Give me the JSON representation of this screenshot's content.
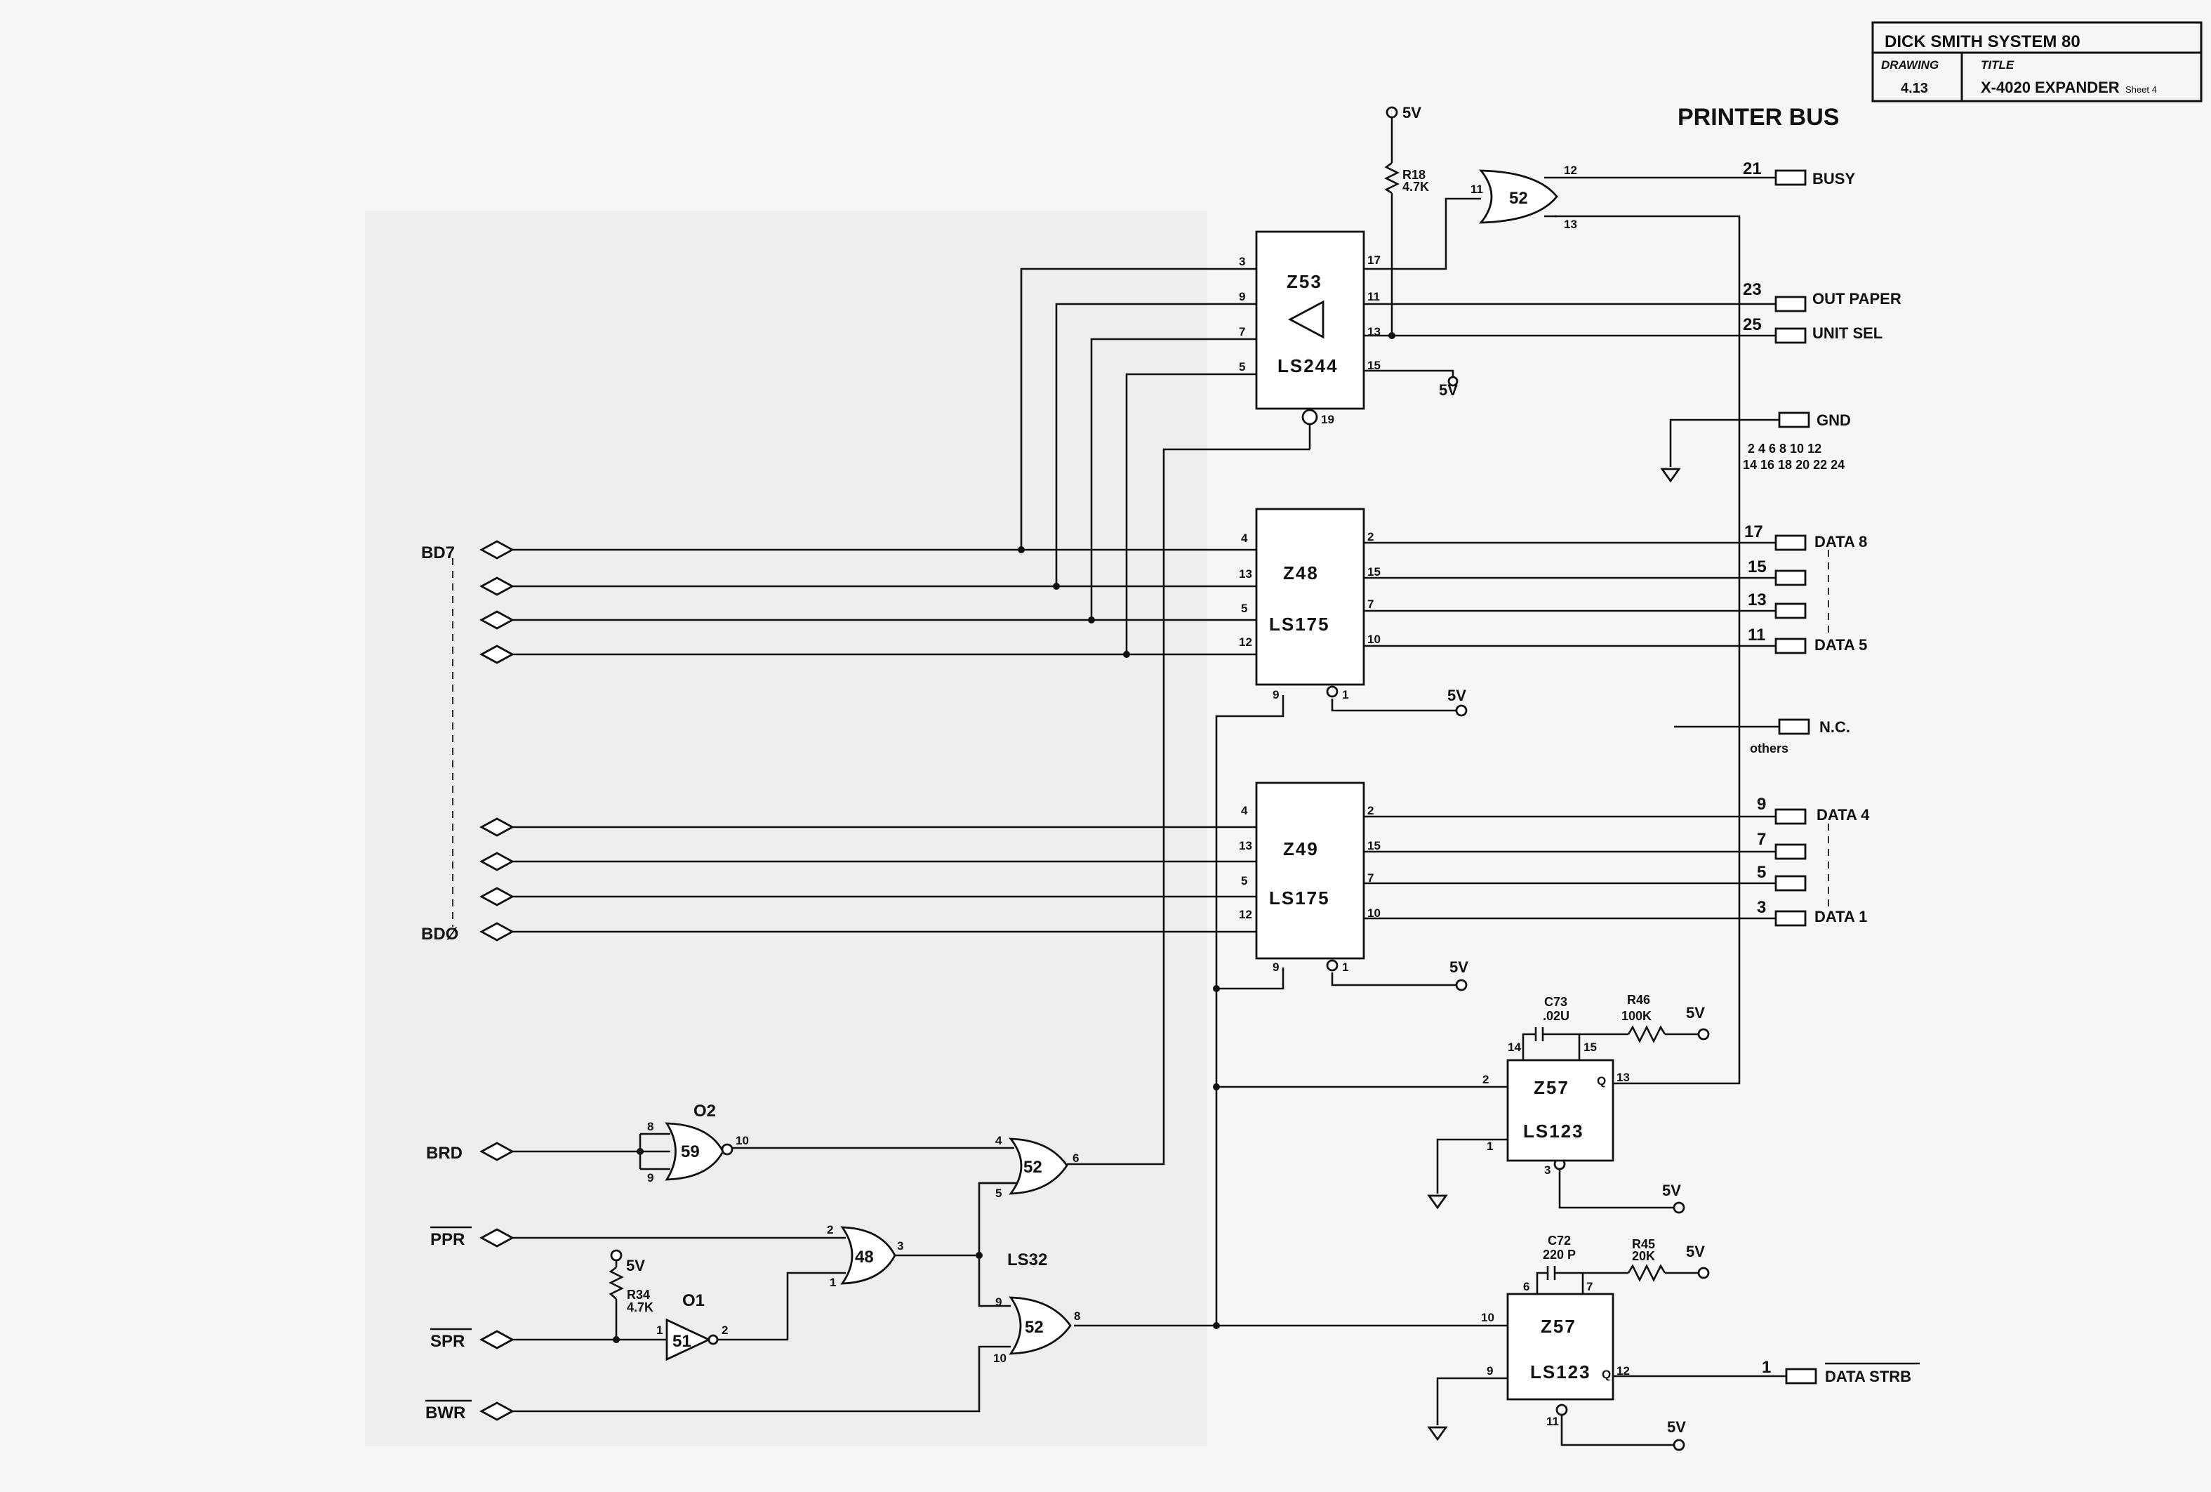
{
  "title_block": {
    "company": "DICK SMITH SYSTEM 80",
    "drawing_label": "DRAWING",
    "drawing_number": "4.13",
    "title_label": "TITLE",
    "title": "X-4020 EXPANDER",
    "sheet": "Sheet 4"
  },
  "heading": "PRINTER BUS",
  "power": {
    "v5": "5V",
    "r18": "R18",
    "r18_value": "4.7K",
    "r34": "R34",
    "r34_value": "4.7K"
  },
  "chips": {
    "z53": {
      "name": "Z53",
      "type": "LS244",
      "pins": [
        "3",
        "9",
        "7",
        "5",
        "17",
        "11",
        "13",
        "15",
        "19"
      ]
    },
    "z48": {
      "name": "Z48",
      "type": "LS175",
      "pins": [
        "4",
        "13",
        "5",
        "12",
        "2",
        "15",
        "7",
        "10",
        "9",
        "1"
      ]
    },
    "z49": {
      "name": "Z49",
      "type": "LS175",
      "pins": [
        "4",
        "13",
        "5",
        "12",
        "2",
        "15",
        "7",
        "10",
        "9",
        "1"
      ]
    },
    "z57a": {
      "name": "Z57",
      "type": "LS123",
      "pins": [
        "14",
        "15",
        "2",
        "13",
        "1",
        "3"
      ],
      "q": "Q"
    },
    "z57b": {
      "name": "Z57",
      "type": "LS123",
      "pins": [
        "6",
        "7",
        "10",
        "9",
        "12",
        "11"
      ],
      "q": "Q"
    }
  },
  "gates": {
    "g52_top": {
      "id": "52",
      "pins": [
        "11",
        "12",
        "13"
      ]
    },
    "g59": {
      "id": "59",
      "pins": [
        "8",
        "9",
        "10"
      ],
      "tag": "O2"
    },
    "g52_mid": {
      "id": "52",
      "pins": [
        "4",
        "5",
        "6"
      ]
    },
    "g48": {
      "id": "48",
      "pins": [
        "2",
        "1",
        "3"
      ]
    },
    "g51": {
      "id": "51",
      "pins": [
        "1",
        "2"
      ],
      "tag": "O1"
    },
    "g52_bot": {
      "id": "52",
      "pins": [
        "9",
        "10",
        "8"
      ]
    },
    "ls32": "LS32"
  },
  "inputs": {
    "bd7": "BD7",
    "bd0": "BDØ",
    "brd": "BRD",
    "ppr": "PPR",
    "spr": "SPR",
    "bwr": "BWR"
  },
  "connector": {
    "busy": {
      "pin": "21",
      "label": "BUSY"
    },
    "out_paper": {
      "pin": "23",
      "label": "OUT PAPER"
    },
    "unit_sel": {
      "pin": "25",
      "label": "UNIT SEL"
    },
    "gnd": {
      "label": "GND",
      "pins_line1": "2  4  6  8  10  12",
      "pins_line2": "14  16 18  20 22  24"
    },
    "data8": {
      "pin": "17",
      "label": "DATA 8"
    },
    "p15": "15",
    "p13": "13",
    "data5": {
      "pin": "11",
      "label": "DATA 5"
    },
    "nc": {
      "label": "N.C.",
      "note": "others"
    },
    "data4": {
      "pin": "9",
      "label": "DATA 4"
    },
    "p7": "7",
    "p5": "5",
    "data1": {
      "pin": "3",
      "label": "DATA 1"
    },
    "strobe": {
      "pin": "1",
      "label": "DATA STRB"
    }
  },
  "timing": {
    "c73": "C73",
    "c73_value": ".02U",
    "r46": "R46",
    "r46_value": "100K",
    "c72": "C72",
    "c72_value": "220 P",
    "r45": "R45",
    "r45_value": "20K"
  }
}
